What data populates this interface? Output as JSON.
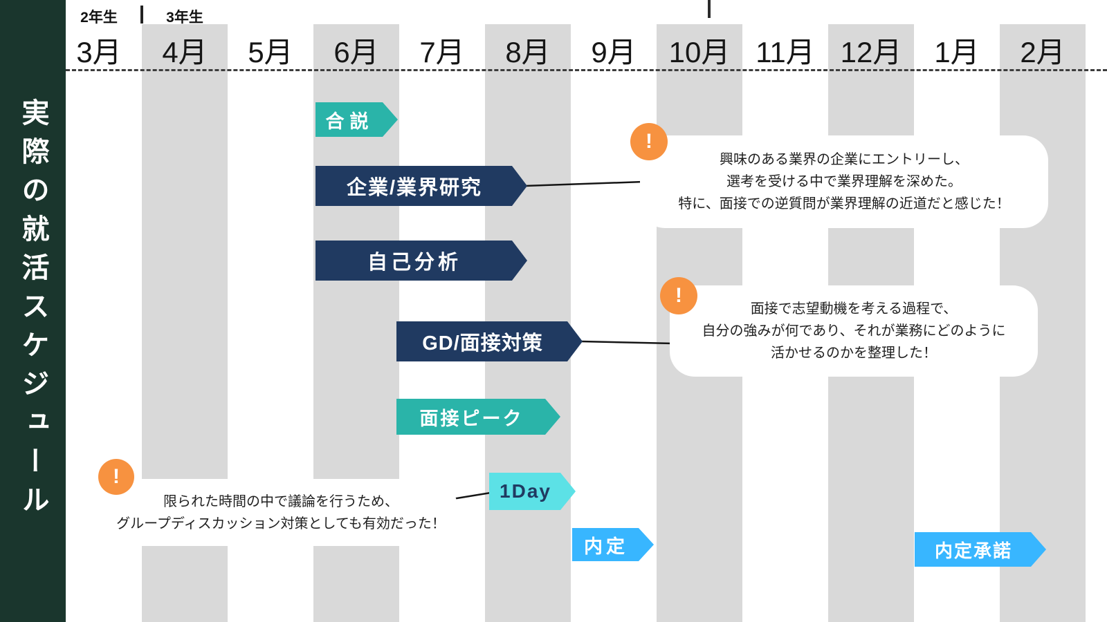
{
  "sidebar": {
    "title": "実際の就活スケジュール"
  },
  "header": {
    "grade_left": "2年生",
    "grade_right": "3年生",
    "months": [
      "3月",
      "4月",
      "5月",
      "6月",
      "7月",
      "8月",
      "9月",
      "10月",
      "11月",
      "12月",
      "1月",
      "2月"
    ]
  },
  "bars": [
    {
      "label": "合説",
      "color": "#2ab4a9",
      "span": "6月"
    },
    {
      "label": "企業/業界研究",
      "color": "#203a61",
      "span": "6月〜7月"
    },
    {
      "label": "自己分析",
      "color": "#203a61",
      "span": "6月〜7月"
    },
    {
      "label": "GD/面接対策",
      "color": "#203a61",
      "span": "7月〜8月"
    },
    {
      "label": "面接ピーク",
      "color": "#2ab4a9",
      "span": "7月〜8月"
    },
    {
      "label": "1Day",
      "color": "#5ce1e6",
      "span": "8月"
    },
    {
      "label": "内定",
      "color": "#38b6ff",
      "span": "8月〜9月"
    },
    {
      "label": "内定承諾",
      "color": "#38b6ff",
      "span": "1月"
    }
  ],
  "callouts": [
    {
      "icon": "!",
      "lines": [
        "興味のある業界の企業にエントリーし、",
        "選考を受ける中で業界理解を深めた。",
        "特に、面接での逆質問が業界理解の近道だと感じた！"
      ]
    },
    {
      "icon": "!",
      "lines": [
        "面接で志望動機を考える過程で、",
        "自分の強みが何であり、それが業務にどのように",
        "活かせるのかを整理した！"
      ]
    },
    {
      "icon": "!",
      "lines": [
        "限られた時間の中で議論を行うため、",
        "グループディスカッション対策としても有効だった！"
      ]
    }
  ],
  "colors": {
    "navy": "#203a61",
    "teal": "#2ab4a9",
    "cyan": "#5ce1e6",
    "blue": "#38b6ff",
    "orange": "#f79240",
    "sidebar_bg": "#1a362d",
    "stripe": "#d9d9d9"
  }
}
